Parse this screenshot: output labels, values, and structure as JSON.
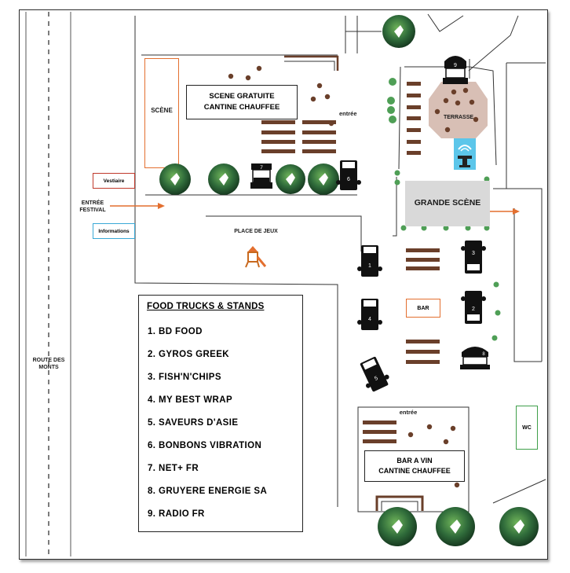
{
  "road": {
    "label_line1": "ROUTE DES",
    "label_line2": "MONTS"
  },
  "entrance": {
    "label_line1": "ENTRÉE",
    "label_line2": "FESTIVAL"
  },
  "places": {
    "scene": "SCÈNE",
    "free_stage_line1": "SCENE GRATUITE",
    "free_stage_line2": "CANTINE CHAUFFEE",
    "entree_top": "entrée",
    "terrasse": "TERRASSE",
    "grande_scene": "GRANDE SCÈNE",
    "vestiaire": "Vestiaire",
    "informations": "Informations",
    "place_de_jeux": "PLACE DE JEUX",
    "bar": "BAR",
    "entree_bottom": "entrée",
    "bar_a_vin_line1": "BAR A VIN",
    "bar_a_vin_line2": "CANTINE CHAUFFEE",
    "wc": "WC"
  },
  "legend": {
    "title": "FOOD TRUCKS & STANDS",
    "items": [
      "1. BD FOOD",
      "2. GYROS GREEK",
      "3. FISH'N'CHIPS",
      "4. MY BEST WRAP",
      "5. SAVEURS D'ASIE",
      "6. BONBONS VIBRATION",
      "7. NET+ FR",
      "8. GRUYERE ENERGIE SA",
      "9. RADIO FR"
    ]
  },
  "markers": {
    "truck_1": "1",
    "truck_2": "2",
    "truck_3": "3",
    "truck_4": "4",
    "truck_5": "5",
    "truck_6": "6",
    "stand_7": "7",
    "stand_8": "8",
    "stand_9": "9"
  },
  "colors": {
    "orange": "#e36f2f",
    "cyan": "#3aa9d6",
    "green": "#3f9f4a",
    "brown": "#6a3f2a",
    "tree": "#2f6b3a",
    "grey": "#d9d9d9",
    "terrace": "#d8bfb5"
  }
}
